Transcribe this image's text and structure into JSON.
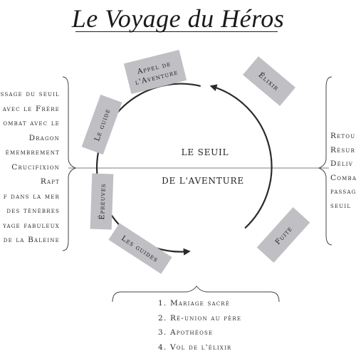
{
  "title": "Le Voyage du Héros",
  "threshold": {
    "line1": "LE SEUIL",
    "line2": "DE L'AVENTURE"
  },
  "stages": {
    "appel_line1": "Appel de",
    "appel_line2": "l'Aventure",
    "guide": "Le guide",
    "epreuves": "Épreuves",
    "guides": "Les guides",
    "fuite": "Fuite",
    "elixir": "Élixir"
  },
  "left_list": [
    "assage du seuil",
    "avec le Frère",
    "ombat avec le",
    "Dragon",
    "émembrement",
    "Crucifixion",
    "Rapt",
    "f dans la mer",
    "des ténèbres",
    "yage fabuleux",
    "de la Baleine"
  ],
  "right_list": [
    "Retou",
    "Résur",
    "Déliv",
    "Comba",
    "passag",
    "seuil"
  ],
  "bottom_list": [
    "1. Mariage sacré",
    "2. Ré-union au père",
    "3. Apothéose",
    "4. Vol de l'élixir"
  ],
  "colors": {
    "box_fill": "#bfbfc4",
    "line": "#2a2a2a"
  }
}
